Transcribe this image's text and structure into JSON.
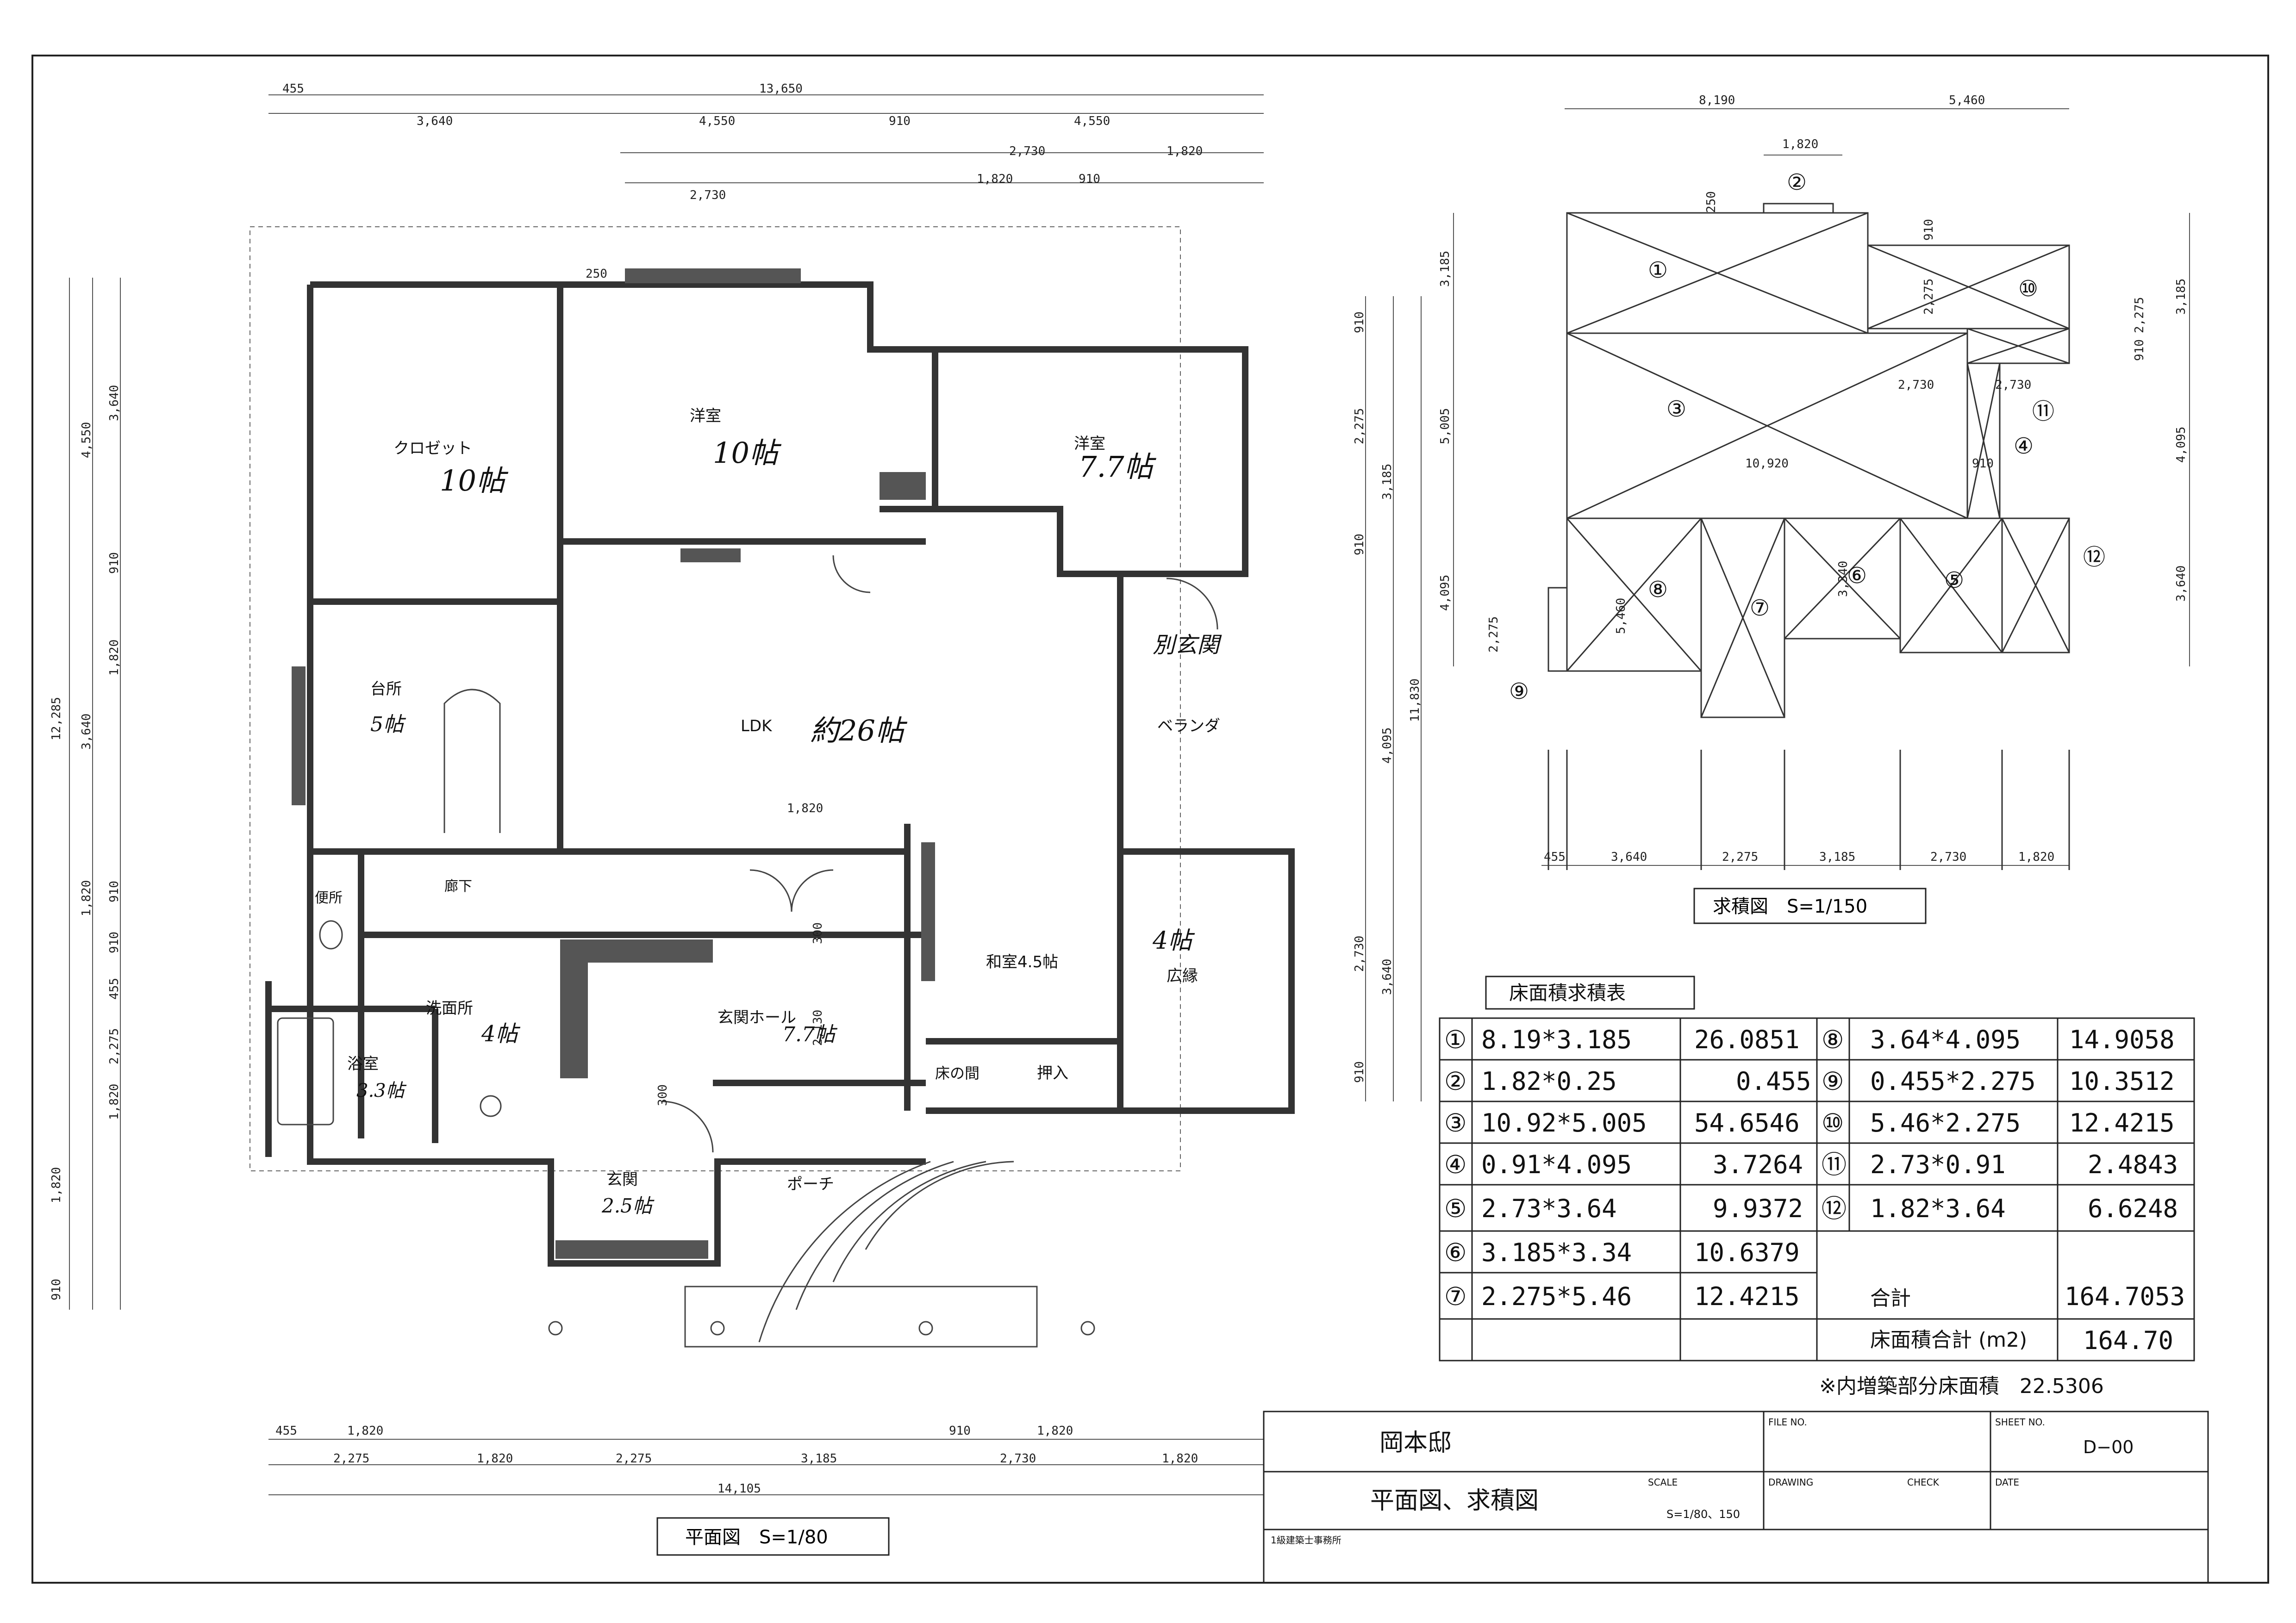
{
  "floor_plan": {
    "caption": "平面図　S=1/80",
    "top_dims": [
      "455",
      "13,650",
      "3,640",
      "4,550",
      "910",
      "4,550",
      "2,730",
      "1,820",
      "1,820",
      "910",
      "2,730",
      "250"
    ],
    "bottom_dims": [
      "455",
      "1,820",
      "2,275",
      "1,820",
      "2,275",
      "3,185",
      "910",
      "1,820",
      "2,730",
      "1,820",
      "14,105"
    ],
    "left_dims": [
      "4,550",
      "3,640",
      "910",
      "12,285",
      "3,640",
      "1,820",
      "910",
      "910",
      "455",
      "2,275",
      "1,820",
      "1,820",
      "910",
      "1,820"
    ],
    "right_dims": [
      "910",
      "2,275",
      "3,185",
      "910",
      "4,095",
      "11,830",
      "2,730",
      "3,640",
      "910"
    ],
    "inner_dims": [
      "1,820",
      "300",
      "300",
      "2,130"
    ],
    "rooms": [
      {
        "label": "クロゼット",
        "note": "10帖"
      },
      {
        "label": "洋室",
        "note": "10帖"
      },
      {
        "label": "洋室",
        "note": "7.7帖"
      },
      {
        "label": "別玄関",
        "note": ""
      },
      {
        "label": "台所",
        "note": "5帖"
      },
      {
        "label": "LDK",
        "note": "約26帖"
      },
      {
        "label": "ベランダ",
        "note": ""
      },
      {
        "label": "便所",
        "note": ""
      },
      {
        "label": "廊下",
        "note": ""
      },
      {
        "label": "洗面所",
        "note": "4帖"
      },
      {
        "label": "浴室",
        "note": "3.3帖"
      },
      {
        "label": "玄関ホール",
        "note": "7.7帖"
      },
      {
        "label": "和室4.5帖",
        "note": ""
      },
      {
        "label": "広縁",
        "note": "4帖"
      },
      {
        "label": "床の間",
        "note": ""
      },
      {
        "label": "押入",
        "note": ""
      },
      {
        "label": "玄関",
        "note": "2.5帖"
      },
      {
        "label": "ポーチ",
        "note": ""
      }
    ]
  },
  "area_diagram": {
    "caption": "求積図　S=1/150",
    "top_dims": [
      "8,190",
      "5,460",
      "1,820",
      "250",
      "910"
    ],
    "side_dims": [
      "3,185",
      "5,005",
      "4,095",
      "2,275",
      "2,275",
      "910",
      "3,185",
      "4,095",
      "3,640"
    ],
    "inner_dims": [
      "2,275",
      "2,730",
      "2,730",
      "10,920",
      "910",
      "5,460",
      "3,340"
    ],
    "bottom_dims": [
      "455",
      "3,640",
      "2,275",
      "3,185",
      "2,730",
      "1,820"
    ],
    "markers": [
      "①",
      "②",
      "③",
      "④",
      "⑤",
      "⑥",
      "⑦",
      "⑧",
      "⑨",
      "⑩",
      "⑪",
      "⑫"
    ]
  },
  "area_table": {
    "title": "床面積求積表",
    "left_rows": [
      {
        "no": "①",
        "formula": "8.19*3.185",
        "value": "26.0851"
      },
      {
        "no": "②",
        "formula": "1.82*0.25",
        "value": "0.455"
      },
      {
        "no": "③",
        "formula": "10.92*5.005",
        "value": "54.6546"
      },
      {
        "no": "④",
        "formula": "0.91*4.095",
        "value": "3.7264"
      },
      {
        "no": "⑤",
        "formula": "2.73*3.64",
        "value": "9.9372"
      },
      {
        "no": "⑥",
        "formula": "3.185*3.34",
        "value": "10.6379"
      },
      {
        "no": "⑦",
        "formula": "2.275*5.46",
        "value": "12.4215"
      }
    ],
    "right_rows": [
      {
        "no": "⑧",
        "formula": "3.64*4.095",
        "value": "14.9058"
      },
      {
        "no": "⑨",
        "formula": "0.455*2.275",
        "value": "10.3512"
      },
      {
        "no": "⑩",
        "formula": "5.46*2.275",
        "value": "12.4215"
      },
      {
        "no": "⑪",
        "formula": "2.73*0.91",
        "value": "2.4843"
      },
      {
        "no": "⑫",
        "formula": "1.82*3.64",
        "value": "6.6248"
      }
    ],
    "sum_label": "合計",
    "sum_value": "164.7053",
    "total_label": "床面積合計 (m2)",
    "total_value": "164.70",
    "note": "※内増築部分床面積　22.5306"
  },
  "title_block": {
    "project": "岡本邸",
    "drawing_title": "平面図、求積図",
    "scale_label": "SCALE",
    "scale_value": "S=1/80、150",
    "file_label": "FILE NO.",
    "sheet_label": "SHEET NO.",
    "sheet_value": "D−00",
    "drawing_label": "DRAWING",
    "check_label": "CHECK",
    "date_label": "DATE",
    "office": "1級建築士事務所"
  }
}
